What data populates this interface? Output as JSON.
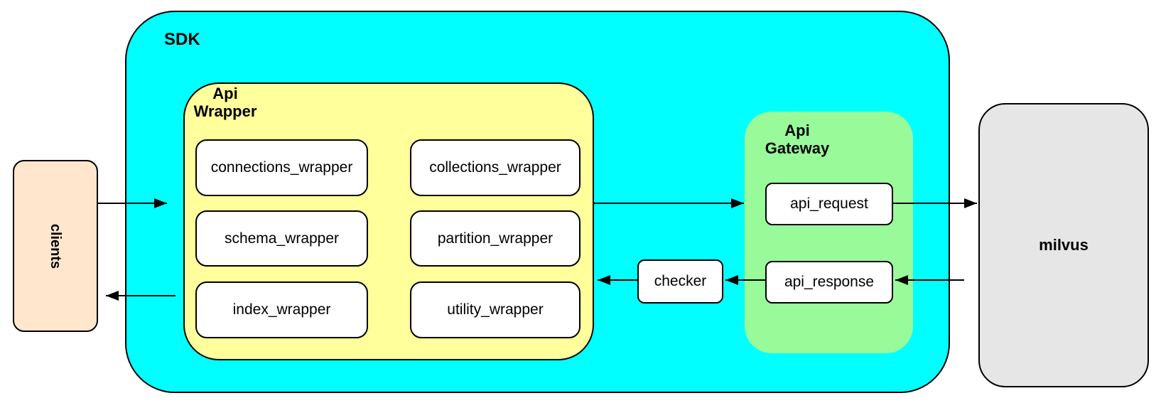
{
  "diagram": {
    "background": "#FFFFFF",
    "stroke_color": "#000000",
    "nodes": {
      "clients": {
        "label": "clients",
        "fill": "#FFE6CC"
      },
      "sdk": {
        "label": "SDK",
        "fill": "#00FFFF"
      },
      "api_wrapper": {
        "label_line1": "Api",
        "label_line2": "Wrapper",
        "fill": "#FFFF9C",
        "modules": [
          "connections_wrapper",
          "collections_wrapper",
          "schema_wrapper",
          "partition_wrapper",
          "index_wrapper",
          "utility_wrapper"
        ]
      },
      "checker": {
        "label": "checker",
        "fill": "#FFFFFF"
      },
      "api_gateway": {
        "label_line1": "Api",
        "label_line2": "Gateway",
        "fill": "#99FA99",
        "request": {
          "label": "api_request",
          "fill": "#FFFFFF"
        },
        "response": {
          "label": "api_response",
          "fill": "#FFFFFF"
        }
      },
      "milvus": {
        "label": "milvus",
        "fill": "#E6E6E6"
      }
    },
    "edges": [
      {
        "from": "clients",
        "to": "sdk"
      },
      {
        "from": "api_wrapper",
        "to": "clients"
      },
      {
        "from": "api_wrapper",
        "to": "api_request"
      },
      {
        "from": "api_request",
        "to": "milvus"
      },
      {
        "from": "milvus",
        "to": "api_response"
      },
      {
        "from": "api_response",
        "to": "checker"
      },
      {
        "from": "checker",
        "to": "api_wrapper"
      }
    ]
  }
}
